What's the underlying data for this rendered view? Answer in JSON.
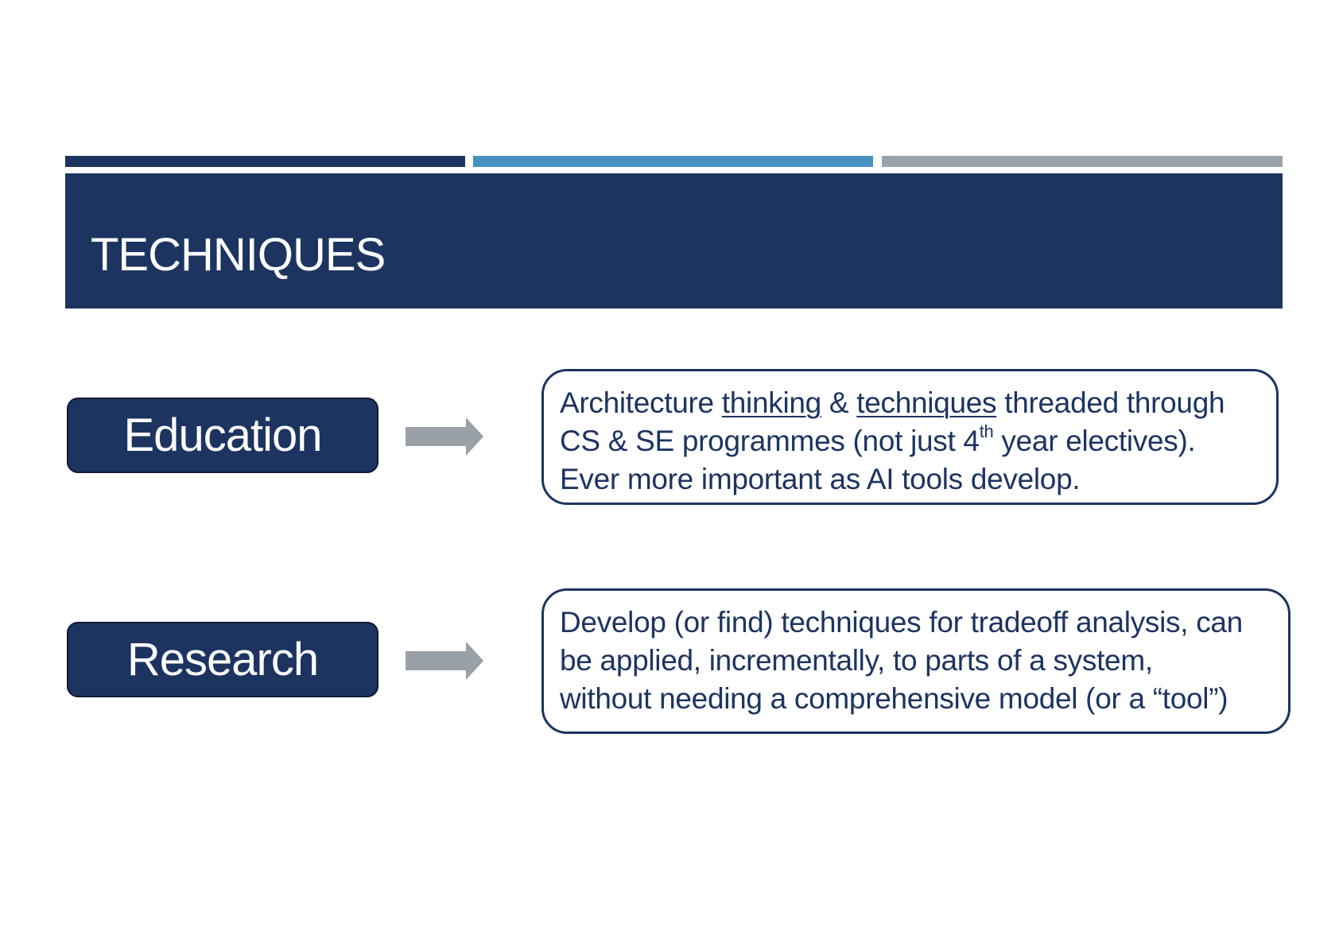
{
  "slide": {
    "title": "TECHNIQUES",
    "colors": {
      "navy": "#1d3461",
      "stripe_mid": "#4792c3",
      "stripe_gray": "#99a2ab",
      "arrow_gray": "#9aa0a8",
      "text_on_dark": "#ffffff"
    }
  },
  "education": {
    "label": "Education",
    "arrow_icon": "right-arrow-icon",
    "line1": {
      "pre": "Architecture ",
      "link1": "thinking",
      "mid": " & ",
      "link2": "techniques",
      "post": " threaded through"
    },
    "line2": {
      "pre": "CS & SE programmes (not just 4",
      "sup": "th",
      "post": " year electives)."
    },
    "line3": "Ever more important as AI tools develop."
  },
  "research": {
    "label": "Research",
    "arrow_icon": "right-arrow-icon",
    "line1": "Develop (or find) techniques for tradeoff analysis, can",
    "line2": "be applied, incrementally, to parts of a system,",
    "line3": "without needing a comprehensive model (or a “tool”)"
  }
}
